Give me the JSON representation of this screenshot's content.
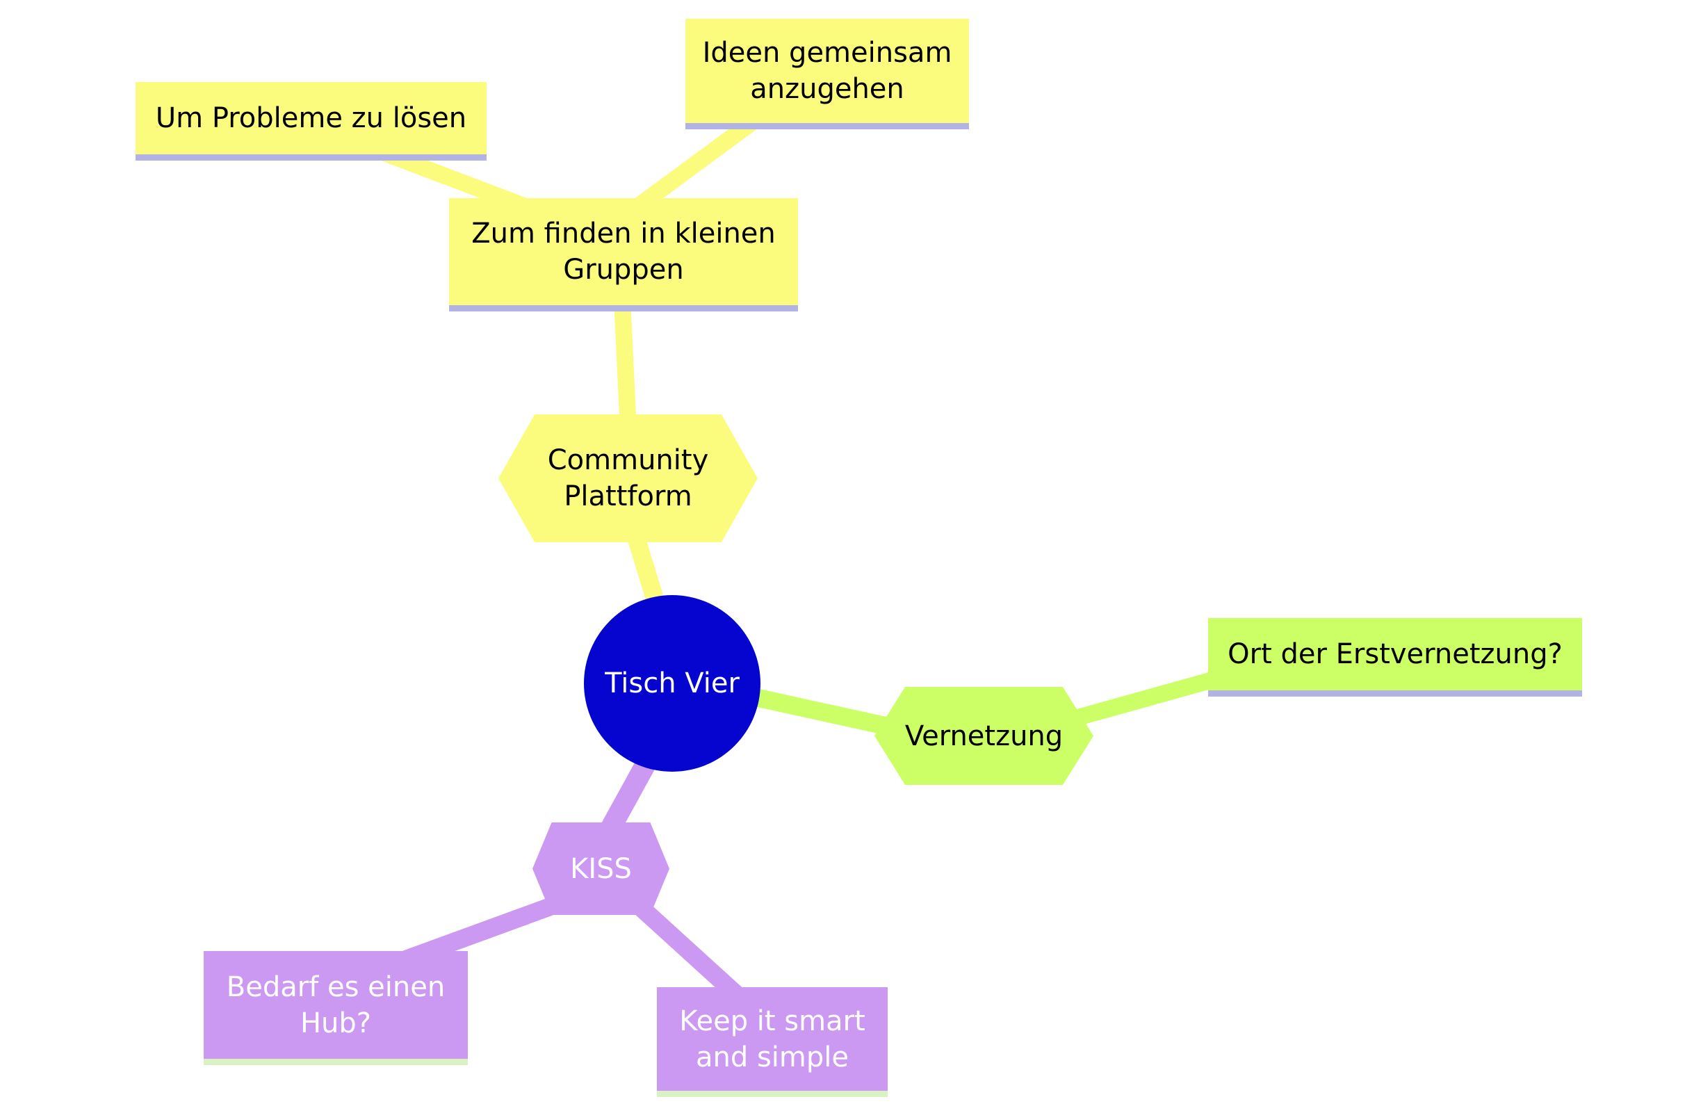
{
  "diagram": {
    "type": "mindmap",
    "background": "#ffffff"
  },
  "palette": {
    "background": "#ffffff",
    "branch_yellow": "#fbfb7d",
    "branch_green": "#ccff66",
    "branch_purple": "#cc99f2",
    "root_blue": "#0505cf",
    "underline_lavender": "#b2b2e5",
    "underline_pale_green": "#d8f2c3",
    "text_dark": "#000000",
    "text_light": "#ffffff"
  },
  "nodes": {
    "root": {
      "label": "Tisch Vier",
      "shape": "circle",
      "branch": "root"
    },
    "community_plattform": {
      "label": "Community Plattform",
      "shape": "hexagon",
      "branch": "yellow"
    },
    "zum_finden": {
      "label": "Zum finden in kleinen Gruppen",
      "shape": "rectangle",
      "branch": "yellow"
    },
    "um_probleme": {
      "label": "Um Probleme zu lösen",
      "shape": "rectangle",
      "branch": "yellow"
    },
    "ideen_gemeinsam": {
      "label": "Ideen gemeinsam anzugehen",
      "shape": "rectangle",
      "branch": "yellow"
    },
    "vernetzung": {
      "label": "Vernetzung",
      "shape": "hexagon",
      "branch": "green"
    },
    "ort_erstvernetzung": {
      "label": "Ort der Erstvernetzung?",
      "shape": "rectangle",
      "branch": "green"
    },
    "kiss": {
      "label": "KISS",
      "shape": "hexagon",
      "branch": "purple"
    },
    "bedarf_hub": {
      "label": "Bedarf es einen Hub?",
      "shape": "rectangle",
      "branch": "purple"
    },
    "keep_it_smart": {
      "label": "Keep it smart and simple",
      "shape": "rectangle",
      "branch": "purple"
    }
  },
  "edges": [
    {
      "from": "root",
      "to": "community_plattform",
      "branch": "yellow"
    },
    {
      "from": "community_plattform",
      "to": "zum_finden",
      "branch": "yellow"
    },
    {
      "from": "zum_finden",
      "to": "um_probleme",
      "branch": "yellow"
    },
    {
      "from": "zum_finden",
      "to": "ideen_gemeinsam",
      "branch": "yellow"
    },
    {
      "from": "root",
      "to": "vernetzung",
      "branch": "green"
    },
    {
      "from": "vernetzung",
      "to": "ort_erstvernetzung",
      "branch": "green"
    },
    {
      "from": "root",
      "to": "kiss",
      "branch": "purple"
    },
    {
      "from": "kiss",
      "to": "bedarf_hub",
      "branch": "purple"
    },
    {
      "from": "kiss",
      "to": "keep_it_smart",
      "branch": "purple"
    }
  ]
}
